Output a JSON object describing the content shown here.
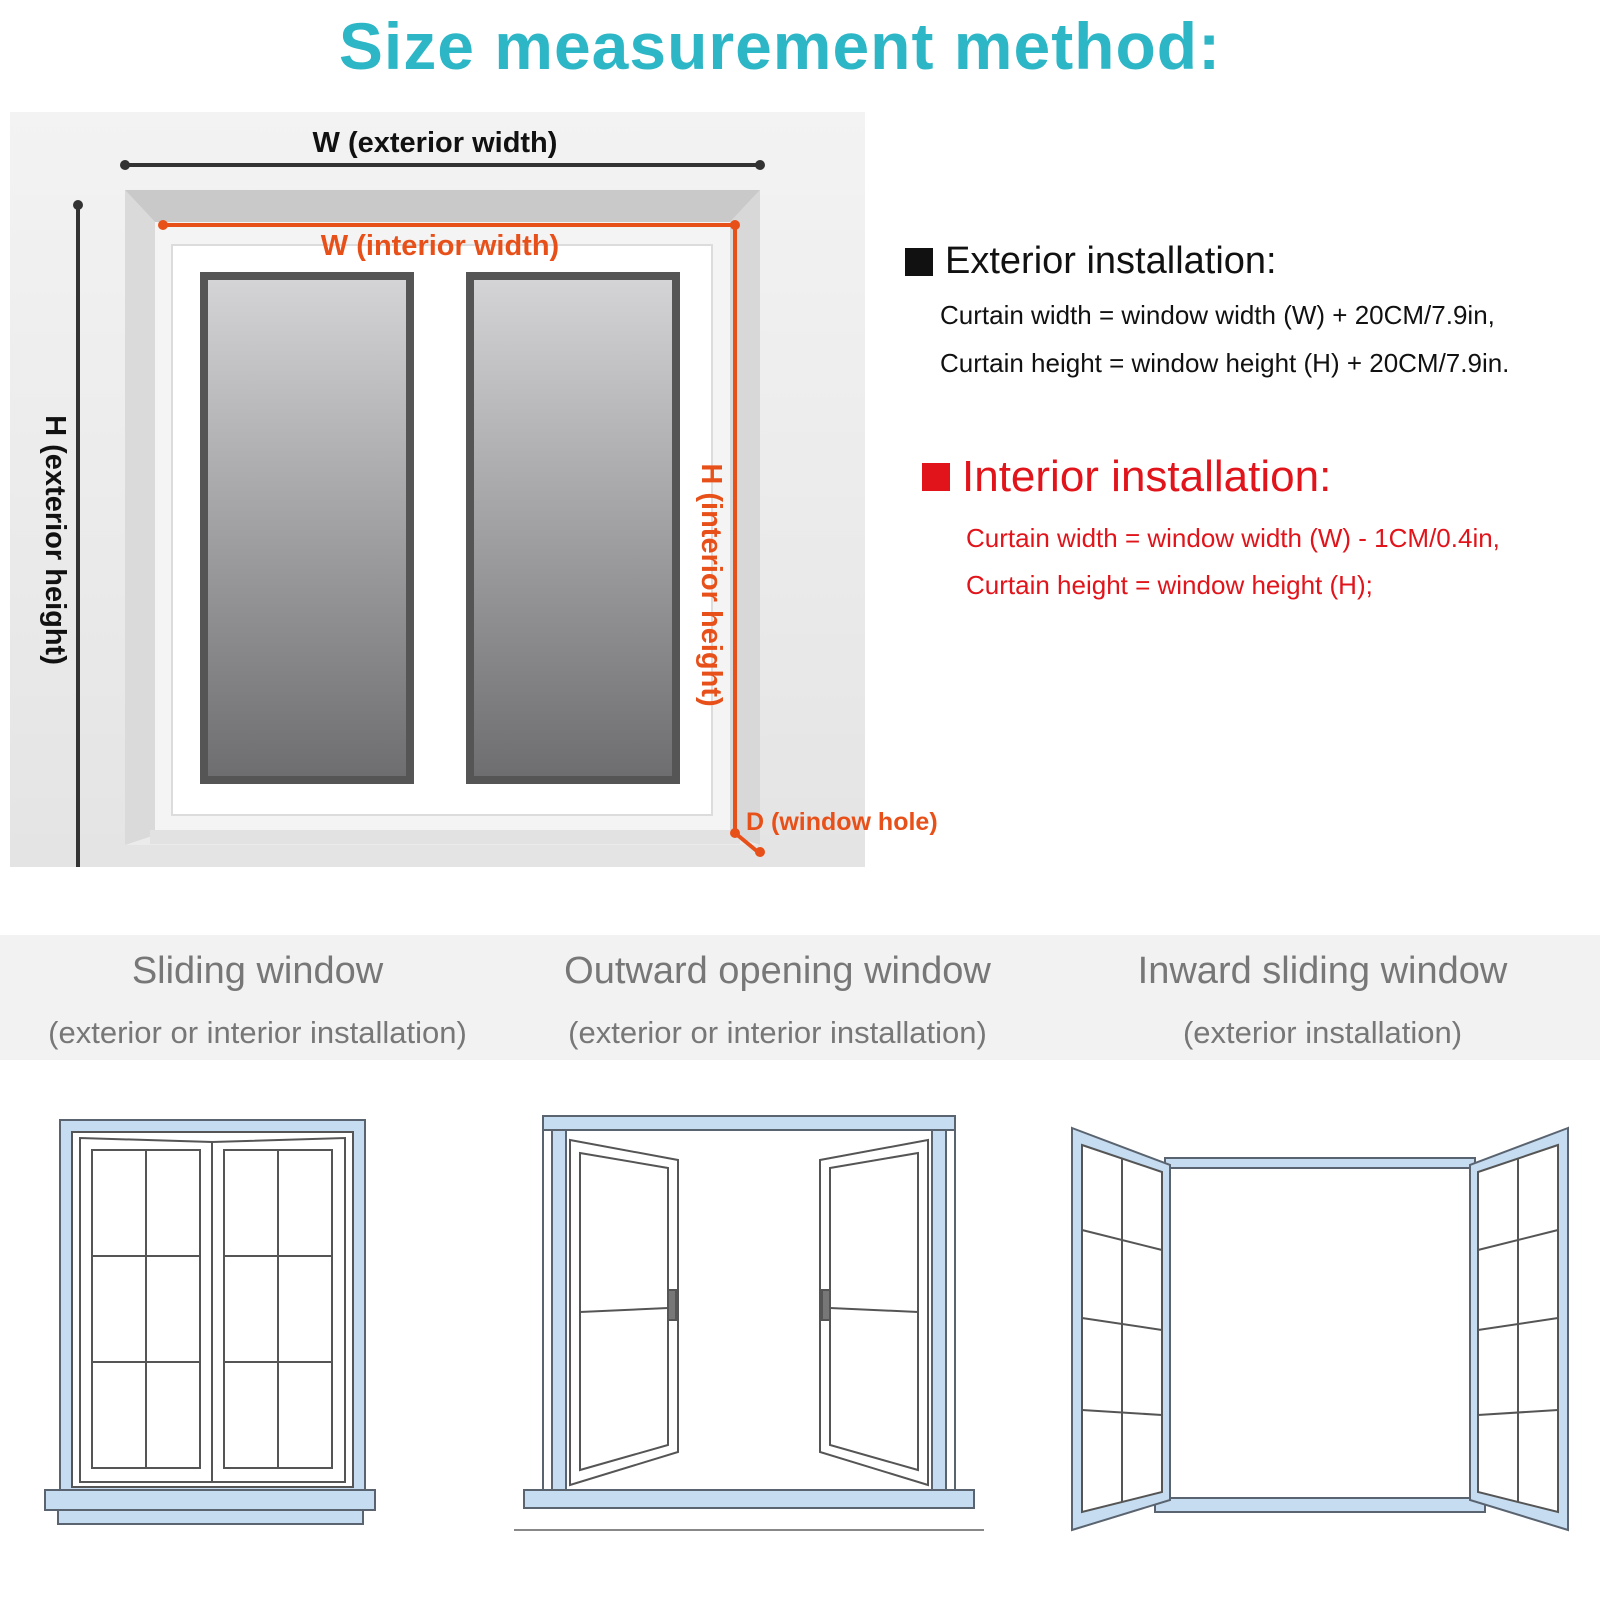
{
  "title": "Size measurement method:",
  "diagram_labels": {
    "exterior_width": "W (exterior width)",
    "interior_width": "W (interior width)",
    "exterior_height": "H (exterior height)",
    "interior_height": "H (interior height)",
    "window_hole": "D (window hole)"
  },
  "exterior": {
    "heading": "Exterior installation:",
    "width_formula": "Curtain width = window width (W) + 20CM/7.9in,",
    "height_formula": "Curtain height = window height (H) + 20CM/7.9in."
  },
  "interior": {
    "heading": "Interior installation:",
    "width_formula": "Curtain width = window width (W) - 1CM/0.4in,",
    "height_formula": "Curtain height = window height (H);"
  },
  "window_types": [
    {
      "name": "Sliding window",
      "note": "(exterior or interior installation)"
    },
    {
      "name": "Outward opening window",
      "note": "(exterior or interior installation)"
    },
    {
      "name": "Inward sliding window",
      "note": "(exterior installation)"
    }
  ],
  "colors": {
    "title": "#2cb6c6",
    "exterior": "#111111",
    "interior": "#e0141a",
    "measure_line": "#e8501a",
    "frame_blue": "#b8d4ec"
  }
}
